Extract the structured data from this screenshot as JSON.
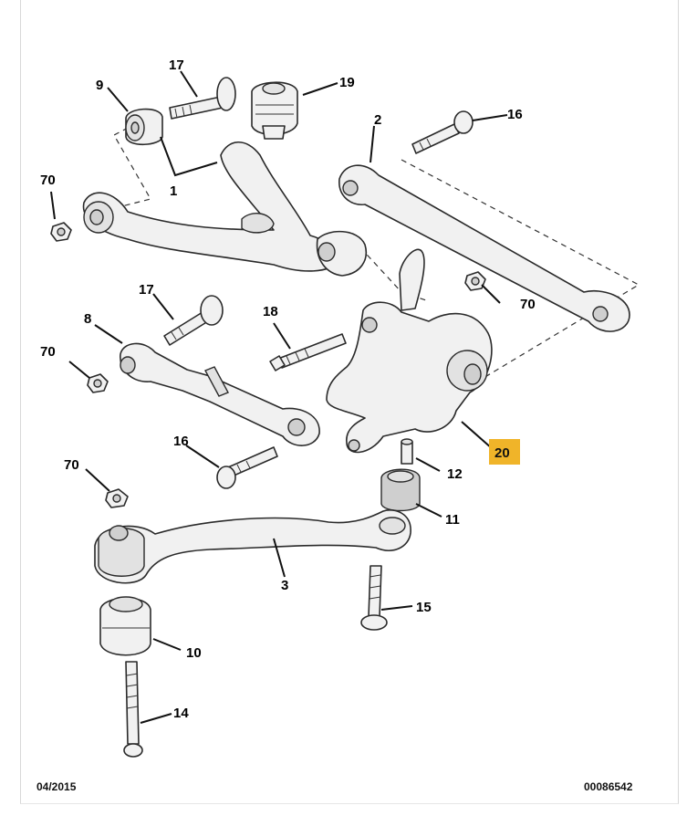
{
  "labels": {
    "p1": "1",
    "p2": "2",
    "p3": "3",
    "p8": "8",
    "p9": "9",
    "p10": "10",
    "p11": "11",
    "p12": "12",
    "p14": "14",
    "p15": "15",
    "p16a": "16",
    "p16b": "16",
    "p17a": "17",
    "p17b": "17",
    "p18": "18",
    "p19": "19",
    "p20": "20",
    "p70a": "70",
    "p70b": "70",
    "p70c": "70",
    "p70d": "70"
  },
  "footer": {
    "date": "04/2015",
    "ref": "00086542"
  },
  "colors": {
    "highlight": "#f0b429",
    "ink": "#111111",
    "part_fill": "#f1f1f1"
  }
}
